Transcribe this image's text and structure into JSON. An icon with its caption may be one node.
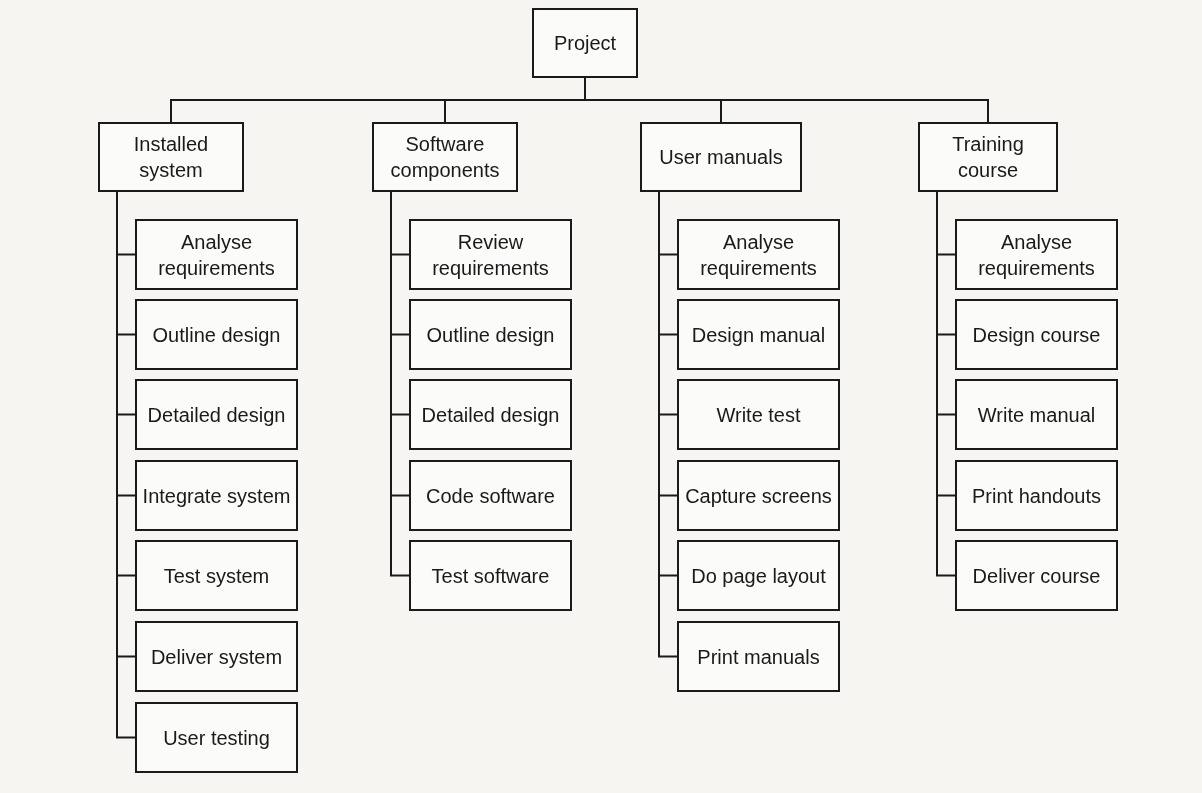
{
  "diagram": {
    "nodes": [
      {
        "text": [
          "Project"
        ]
      },
      {
        "text": [
          "Installed system"
        ]
      },
      {
        "text": [
          "Analyse requirements"
        ]
      },
      {
        "text": [
          "Outline design"
        ]
      },
      {
        "text": [
          "Detailed design"
        ]
      },
      {
        "text": [
          "Integrate system"
        ]
      },
      {
        "text": [
          "Test system"
        ]
      },
      {
        "text": [
          "Deliver system"
        ]
      },
      {
        "text": [
          "User testing"
        ]
      },
      {
        "text": [
          "Software components"
        ]
      },
      {
        "text": [
          "Review requirements"
        ]
      },
      {
        "text": [
          "Outline design"
        ]
      },
      {
        "text": [
          "Detailed design"
        ]
      },
      {
        "text": [
          "Code software"
        ]
      },
      {
        "text": [
          "Test software"
        ]
      },
      {
        "text": [
          "User manuals"
        ]
      },
      {
        "text": [
          "Analyse requirements"
        ]
      },
      {
        "text": [
          "Design manual"
        ]
      },
      {
        "text": [
          "Write test"
        ]
      },
      {
        "text": [
          "Capture screens"
        ]
      },
      {
        "text": [
          "Do page layout"
        ]
      },
      {
        "text": [
          "Print manuals"
        ]
      },
      {
        "text": [
          "Training course"
        ]
      },
      {
        "text": [
          "Analyse requirements"
        ]
      },
      {
        "text": [
          "Design course"
        ]
      },
      {
        "text": [
          "Write manual"
        ]
      },
      {
        "text": [
          "Print handouts"
        ]
      },
      {
        "text": [
          "Deliver course"
        ]
      }
    ],
    "edges": [
      {
        "from": 0,
        "to": 1,
        "arrow": "none"
      },
      {
        "from": 0,
        "to": 9,
        "arrow": "none"
      },
      {
        "from": 0,
        "to": 15,
        "arrow": "none"
      },
      {
        "from": 0,
        "to": 22,
        "arrow": "none"
      },
      {
        "from": 1,
        "to": 2,
        "arrow": "none"
      },
      {
        "from": 1,
        "to": 3,
        "arrow": "none"
      },
      {
        "from": 1,
        "to": 4,
        "arrow": "none"
      },
      {
        "from": 1,
        "to": 5,
        "arrow": "none"
      },
      {
        "from": 1,
        "to": 6,
        "arrow": "none"
      },
      {
        "from": 1,
        "to": 7,
        "arrow": "none"
      },
      {
        "from": 1,
        "to": 8,
        "arrow": "none"
      },
      {
        "from": 9,
        "to": 10,
        "arrow": "none"
      },
      {
        "from": 9,
        "to": 11,
        "arrow": "none"
      },
      {
        "from": 9,
        "to": 12,
        "arrow": "none"
      },
      {
        "from": 9,
        "to": 13,
        "arrow": "none"
      },
      {
        "from": 9,
        "to": 14,
        "arrow": "none"
      },
      {
        "from": 15,
        "to": 16,
        "arrow": "none"
      },
      {
        "from": 15,
        "to": 17,
        "arrow": "none"
      },
      {
        "from": 15,
        "to": 18,
        "arrow": "none"
      },
      {
        "from": 15,
        "to": 19,
        "arrow": "none"
      },
      {
        "from": 15,
        "to": 20,
        "arrow": "none"
      },
      {
        "from": 15,
        "to": 21,
        "arrow": "none"
      },
      {
        "from": 22,
        "to": 23,
        "arrow": "none"
      },
      {
        "from": 22,
        "to": 24,
        "arrow": "none"
      },
      {
        "from": 22,
        "to": 25,
        "arrow": "none"
      },
      {
        "from": 22,
        "to": 26,
        "arrow": "none"
      },
      {
        "from": 22,
        "to": 27,
        "arrow": "none"
      }
    ]
  }
}
